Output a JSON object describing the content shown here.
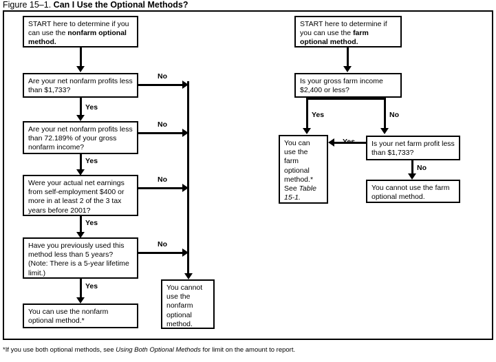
{
  "figure": {
    "label": "Figure 15–1.",
    "title": "Can I Use the Optional Methods?"
  },
  "nonfarm_column": {
    "start_box": {
      "line1": "START here to determine if",
      "line2_prefix": "you can use the ",
      "line2_bold": "nonfarm",
      "line3_bold": "optional method."
    },
    "q1": "Are your net nonfarm profits less than $1,733?",
    "q2": "Are your net nonfarm profits less than 72.189% of your gross nonfarm income?",
    "q3": "Were your actual net earnings from self-employment $400 or more in at least 2 of the 3 tax years before 2001?",
    "q4": "Have you previously used this method less than 5 years? (Note: There is a 5-year lifetime limit.)",
    "yes_result": "You can use the nonfarm optional method.*",
    "no_result": "You cannot use the nonfarm optional method.",
    "edge_labels": {
      "no1": "No",
      "no2": "No",
      "no3": "No",
      "no4": "No",
      "yes1": "Yes",
      "yes2": "Yes",
      "yes3": "Yes",
      "yes4": "Yes"
    }
  },
  "farm_column": {
    "start_box": {
      "line1": "START here to determine if",
      "line2_prefix": "you can use the ",
      "line2_bold": "farm",
      "line3_bold": "optional method."
    },
    "q1": "Is your gross farm income $2,400 or less?",
    "q2": "Is your net farm profit less than $1,733?",
    "yes_result_line1": "You can use the farm optional method.*",
    "yes_result_line2_prefix": "See ",
    "yes_result_line2_italic": "Table 15-1.",
    "no_result": "You cannot use the farm optional method.",
    "edge_labels": {
      "yes_left": "Yes",
      "no_right": "No",
      "yes_to_result": "Yes",
      "no_down": "No"
    }
  },
  "footnote": {
    "prefix": "*If you use both optional methods, see ",
    "italic": "Using Both Optional Methods",
    "suffix": " for limit on the amount to report."
  },
  "colors": {
    "line": "#000000",
    "background": "#ffffff"
  }
}
